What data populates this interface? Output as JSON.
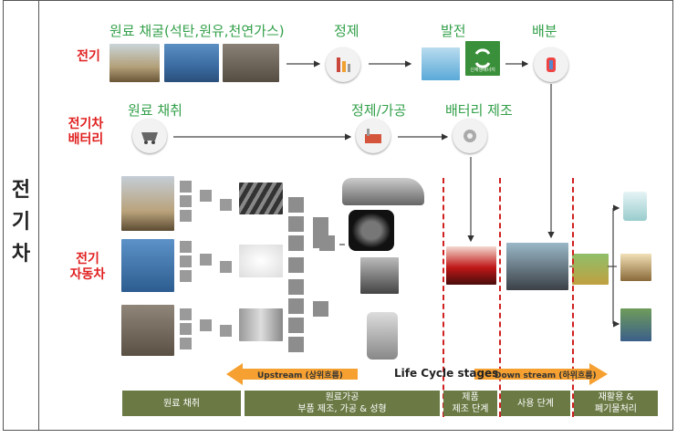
{
  "left_title": [
    "전",
    "기",
    "차"
  ],
  "rows": {
    "electricity": "전기",
    "ev_battery": "전기차\n배터리",
    "ev": "전기\n자동차"
  },
  "stages": {
    "raw_mining": "원료 채굴(석탄,원유,천연가스)",
    "refining": "정제",
    "generation": "발전",
    "distribution": "배분",
    "raw_collection": "원료 채취",
    "refining_processing": "정제/가공",
    "battery_manufacturing": "배터리 제조"
  },
  "icon_text": {
    "recycle_label": "신재생에너지"
  },
  "lifecycle": {
    "title": "Life Cycle stages",
    "upstream": "Upstream (상위흐름)",
    "downstream": "Down stream (하위흐름)"
  },
  "bottom_stages": [
    "원료 채취",
    "원료가공\n부품 제조, 가공 & 성형",
    "제품\n제조 단계",
    "사용 단계",
    "재활용 &\n폐기물처리"
  ],
  "colors": {
    "green_label": "#33a04a",
    "red_label": "#e02020",
    "stage_bar": "#6b7a45",
    "arrow_orange": "#f5a030"
  }
}
